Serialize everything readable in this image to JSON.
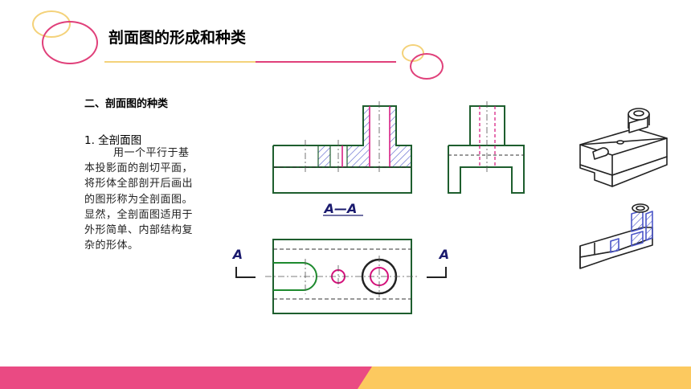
{
  "slide": {
    "title": "剖面图的形成和种类",
    "subtitle": "二、剖面图的种类",
    "section_heading": "1. 全剖面图",
    "section_body": "用一个平行于基本投影面的剖切平面，将形体全部剖开后画出的图形称为全剖面图。显然，全剖面图适用于外形简单、内部结构复杂的形体。"
  },
  "drawing": {
    "front_view_caption": "A—A",
    "cut_label_left": "A",
    "cut_label_right": "A"
  },
  "colors": {
    "accent_pink": "#e0407a",
    "accent_yellow": "#f4d27a",
    "outline_green": "#1e5e2e",
    "hatch_blue": "#4a55c8",
    "hole_magenta": "#d4107a",
    "footer_pink": "#ea4a83",
    "footer_yellow": "#fcc95f"
  }
}
